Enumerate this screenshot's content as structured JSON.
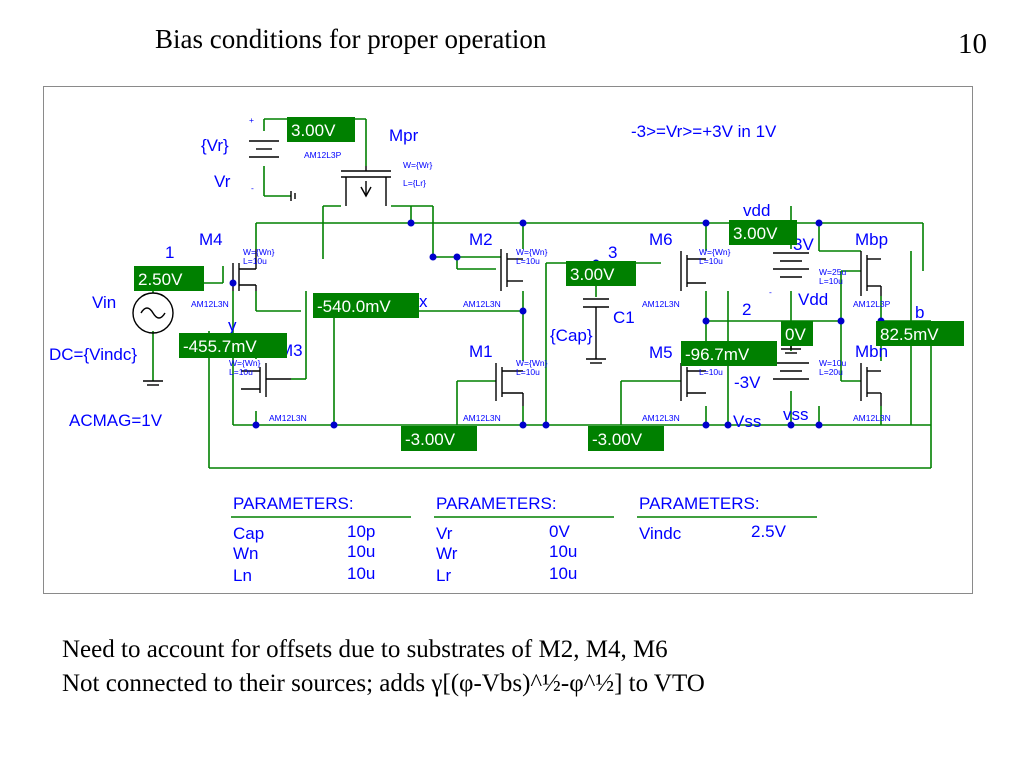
{
  "slide": {
    "title": "Bias conditions for proper operation",
    "page_number": "10"
  },
  "schematic": {
    "sweep_note": "-3>=Vr>=+3V in 1V",
    "components": {
      "vr_value": "{Vr}",
      "vr_name": "Vr",
      "mpr_name": "Mpr",
      "mpr_model": "AM12L3P",
      "mpr_w": "W={Wr}",
      "mpr_l": "L={Lr}",
      "m4_name": "M4",
      "m4_model": "AM12L3N",
      "m4_w": "W={Wn}",
      "m4_l": "L=10u",
      "m3_name": "M3",
      "m3_model": "AM12L3N",
      "m3_w": "W={Wn}",
      "m3_l": "L=10u",
      "m2_name": "M2",
      "m2_model": "AM12L3N",
      "m2_w": "W={Wn}",
      "m2_l": "L=10u",
      "m1_name": "M1",
      "m1_model": "AM12L3N",
      "m1_w": "W={Wn}",
      "m1_l": "L=10u",
      "m6_name": "M6",
      "m6_model": "AM12L3N",
      "m6_w": "W={Wn}",
      "m6_l": "L=10u",
      "m5_name": "M5",
      "m5_model": "AM12L3N",
      "m5_l": "L=10u",
      "mbp_name": "Mbp",
      "mbp_model": "AM12L3P",
      "mbp_w": "W=25u",
      "mbp_l": "L=10u",
      "mbn_name": "Mbn",
      "mbn_model": "AM12L3N",
      "mbn_w": "W=10u",
      "mbn_l": "L=20u",
      "c1_name": "C1",
      "c1_value": "{Cap}",
      "vin_name": "Vin",
      "vin_dc": "DC={Vindc}",
      "vin_acmag": "ACMAG=1V",
      "vdd_net": "vdd",
      "vdd_src": "Vdd",
      "vdd_value": "3V",
      "vss_net": "vss",
      "vss_src": "Vss",
      "vss_value": "-3V",
      "node_1": "1",
      "node_2": "2",
      "node_3": "3",
      "node_b": "b",
      "node_x": "x",
      "node_y": "y",
      "plus_sign": "+",
      "minus_sign": "-"
    },
    "voltage_markers": {
      "v_mpr": "3.00V",
      "v_vdd": "3.00V",
      "v_in": "2.50V",
      "v_node3": "3.00V",
      "v_x": "-540.0mV",
      "v_y": "-455.7mV",
      "v_ground": "0V",
      "v_b": "82.5mV",
      "v_m5": "-96.7mV",
      "v_vss_left": "-3.00V",
      "v_vss_right": "-3.00V"
    },
    "parameters": [
      {
        "header": "PARAMETERS:",
        "rows": [
          {
            "name": "Cap",
            "value": "10p"
          },
          {
            "name": "Wn",
            "value": "10u"
          },
          {
            "name": "Ln",
            "value": "10u"
          }
        ]
      },
      {
        "header": "PARAMETERS:",
        "rows": [
          {
            "name": "Vr",
            "value": "0V"
          },
          {
            "name": "Wr",
            "value": "10u"
          },
          {
            "name": "Lr",
            "value": "10u"
          }
        ]
      },
      {
        "header": "PARAMETERS:",
        "rows": [
          {
            "name": "Vindc",
            "value": "2.5V"
          }
        ]
      }
    ]
  },
  "notes": {
    "line1": "Need to account for offsets due to substrates of M2, M4, M6",
    "line2": "Not connected to their sources; adds γ[(φ-Vbs)^½-φ^½] to VTO"
  }
}
